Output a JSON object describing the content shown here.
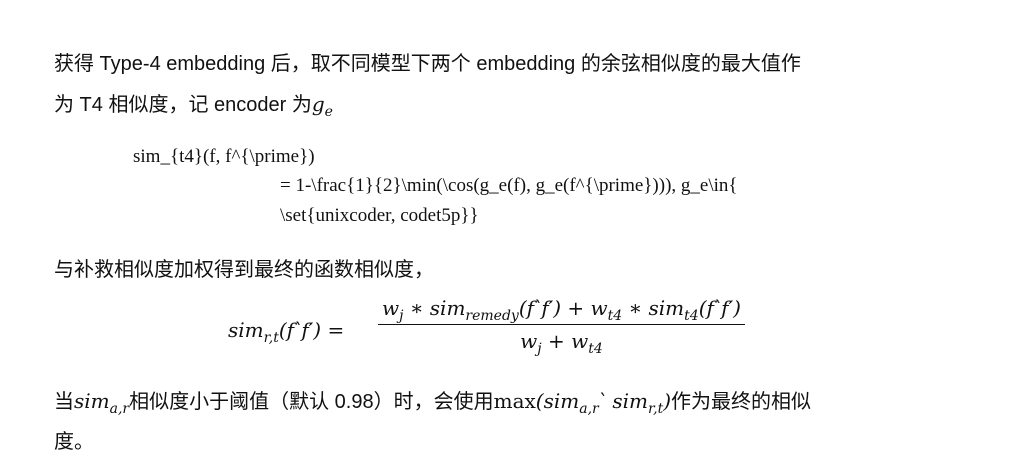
{
  "para1": {
    "line1": "获得 Type-4 embedding 后，取不同模型下两个 embedding 的余弦相似度的最大值作",
    "line2": "为 T4 相似度，记 encoder 为",
    "ge": "g",
    "ge_sub": "e"
  },
  "formula1": {
    "line1": "sim_{t4}(f, f^{\\prime})",
    "line2": "= 1-\\frac{1}{2}\\min(\\cos(g_e(f), g_e(f^{\\prime}))), g_e\\in{",
    "line3": "\\set{unixcoder, codet5p}}"
  },
  "para2": "与补救相似度加权得到最终的函数相似度，",
  "formula2": {
    "lhs": "sim",
    "lhs_sub": "r,t",
    "lhs_args": "(f՝f′) =",
    "num_a": "w",
    "num_a_sub": "j",
    "num_b": " ∗ sim",
    "num_b_sub": "remedy",
    "num_c": "(f՝f′) + w",
    "num_c_sub": "t4",
    "num_d": " ∗ sim",
    "num_d_sub": "t4",
    "num_e": "(f՝f′)",
    "den_a": "w",
    "den_a_sub": "j",
    "den_b": " + w",
    "den_b_sub": "t4"
  },
  "para3": {
    "t1": "当",
    "sim": "sim",
    "sim_sub": "a,r",
    "t2": "相似度小于阈值（默认 0.98）时，会使用",
    "max": "max",
    "arg1": "(sim",
    "arg1_sub": "a,r",
    "arg2": "՝ sim",
    "arg2_sub": "r,t",
    "arg3": ")",
    "t3": "作为最终的相似",
    "line2": "度。"
  }
}
